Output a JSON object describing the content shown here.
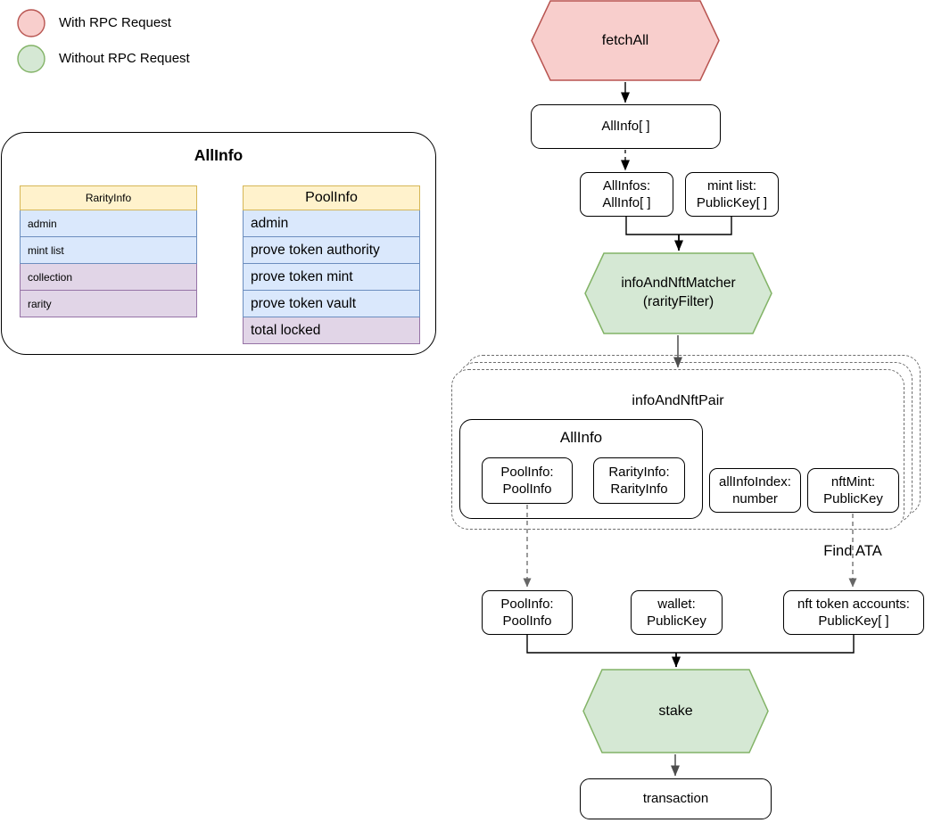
{
  "colors": {
    "rpc_fill": "#F8CECC",
    "rpc_stroke": "#B85450",
    "no_rpc_fill": "#D5E8D4",
    "no_rpc_stroke": "#82B366",
    "header_fill": "#FFF2CC",
    "header_stroke": "#D6B656",
    "blue_fill": "#DAE8FC",
    "blue_stroke": "#6C8EBF",
    "purple_fill": "#E1D5E7",
    "purple_stroke": "#9673A6"
  },
  "legend": {
    "items": [
      {
        "label": "With RPC Request",
        "swatch": "rpc-circle"
      },
      {
        "label": "Without RPC Request",
        "swatch": "no-rpc-circle"
      }
    ]
  },
  "overview": {
    "title": "AllInfo",
    "rarity_table": {
      "header": "RarityInfo",
      "rows": [
        {
          "label": "admin",
          "tone": "blue"
        },
        {
          "label": "mint list",
          "tone": "blue"
        },
        {
          "label": "collection",
          "tone": "purple"
        },
        {
          "label": "rarity",
          "tone": "purple"
        }
      ]
    },
    "pool_table": {
      "header": "PoolInfo",
      "rows": [
        {
          "label": "admin",
          "tone": "blue"
        },
        {
          "label": "prove token authority",
          "tone": "blue"
        },
        {
          "label": "prove token mint",
          "tone": "blue"
        },
        {
          "label": "prove token vault",
          "tone": "blue"
        },
        {
          "label": "total locked",
          "tone": "purple"
        }
      ]
    }
  },
  "flow": {
    "fetch_all": {
      "label": "fetchAll"
    },
    "all_info_array": {
      "label": "AllInfo[ ]"
    },
    "all_infos": {
      "line1": "AllInfos:",
      "line2": "AllInfo[ ]"
    },
    "mint_list": {
      "line1": "mint list:",
      "line2": "PublicKey[ ]"
    },
    "matcher": {
      "line1": "infoAndNftMatcher",
      "line2": "(rarityFilter)"
    },
    "pair_group": {
      "title": "infoAndNftPair",
      "all_info_title": "AllInfo"
    },
    "pool_info_inner": {
      "line1": "PoolInfo:",
      "line2": "PoolInfo"
    },
    "rarity_info_inner": {
      "line1": "RarityInfo:",
      "line2": "RarityInfo"
    },
    "all_info_index": {
      "line1": "allInfoIndex:",
      "line2": "number"
    },
    "nft_mint": {
      "line1": "nftMint:",
      "line2": "PublicKey"
    },
    "pool_info_out": {
      "line1": "PoolInfo:",
      "line2": "PoolInfo"
    },
    "wallet": {
      "line1": "wallet:",
      "line2": "PublicKey"
    },
    "nft_token_accounts": {
      "line1": "nft token accounts:",
      "line2": "PublicKey[ ]"
    },
    "find_ata_label": "Find ATA",
    "stake": {
      "label": "stake"
    },
    "transaction": {
      "label": "transaction"
    }
  }
}
